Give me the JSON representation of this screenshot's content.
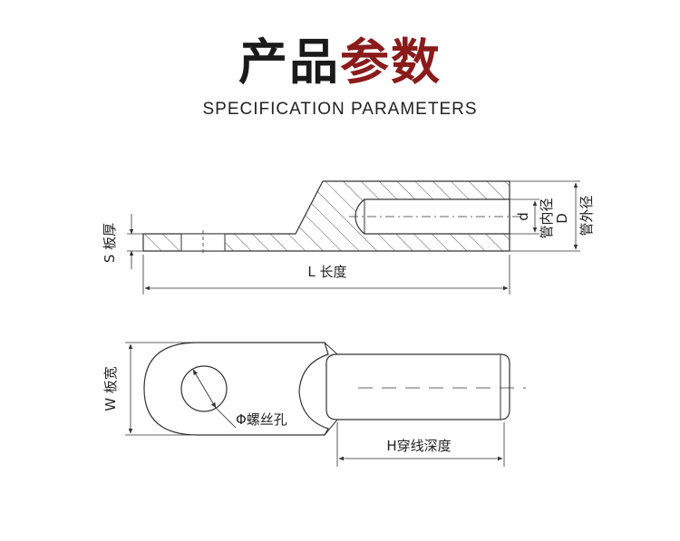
{
  "header": {
    "title_part1": "产品",
    "title_part2": "参数",
    "subtitle": "SPECIFICATION PARAMETERS"
  },
  "colors": {
    "title_dark": "#1a1a1a",
    "title_accent": "#8b1a1a",
    "line": "#333333",
    "hatch": "#555555"
  },
  "labels": {
    "plate_thickness": "S 板厚",
    "length": "L 长度",
    "inner_d": "d",
    "inner_dia": "管内径",
    "inner_D": "D",
    "outer_dia": "管外径",
    "plate_width": "W 板宽",
    "screw_hole": "Φ螺丝孔",
    "wire_depth": "H穿线深度"
  }
}
